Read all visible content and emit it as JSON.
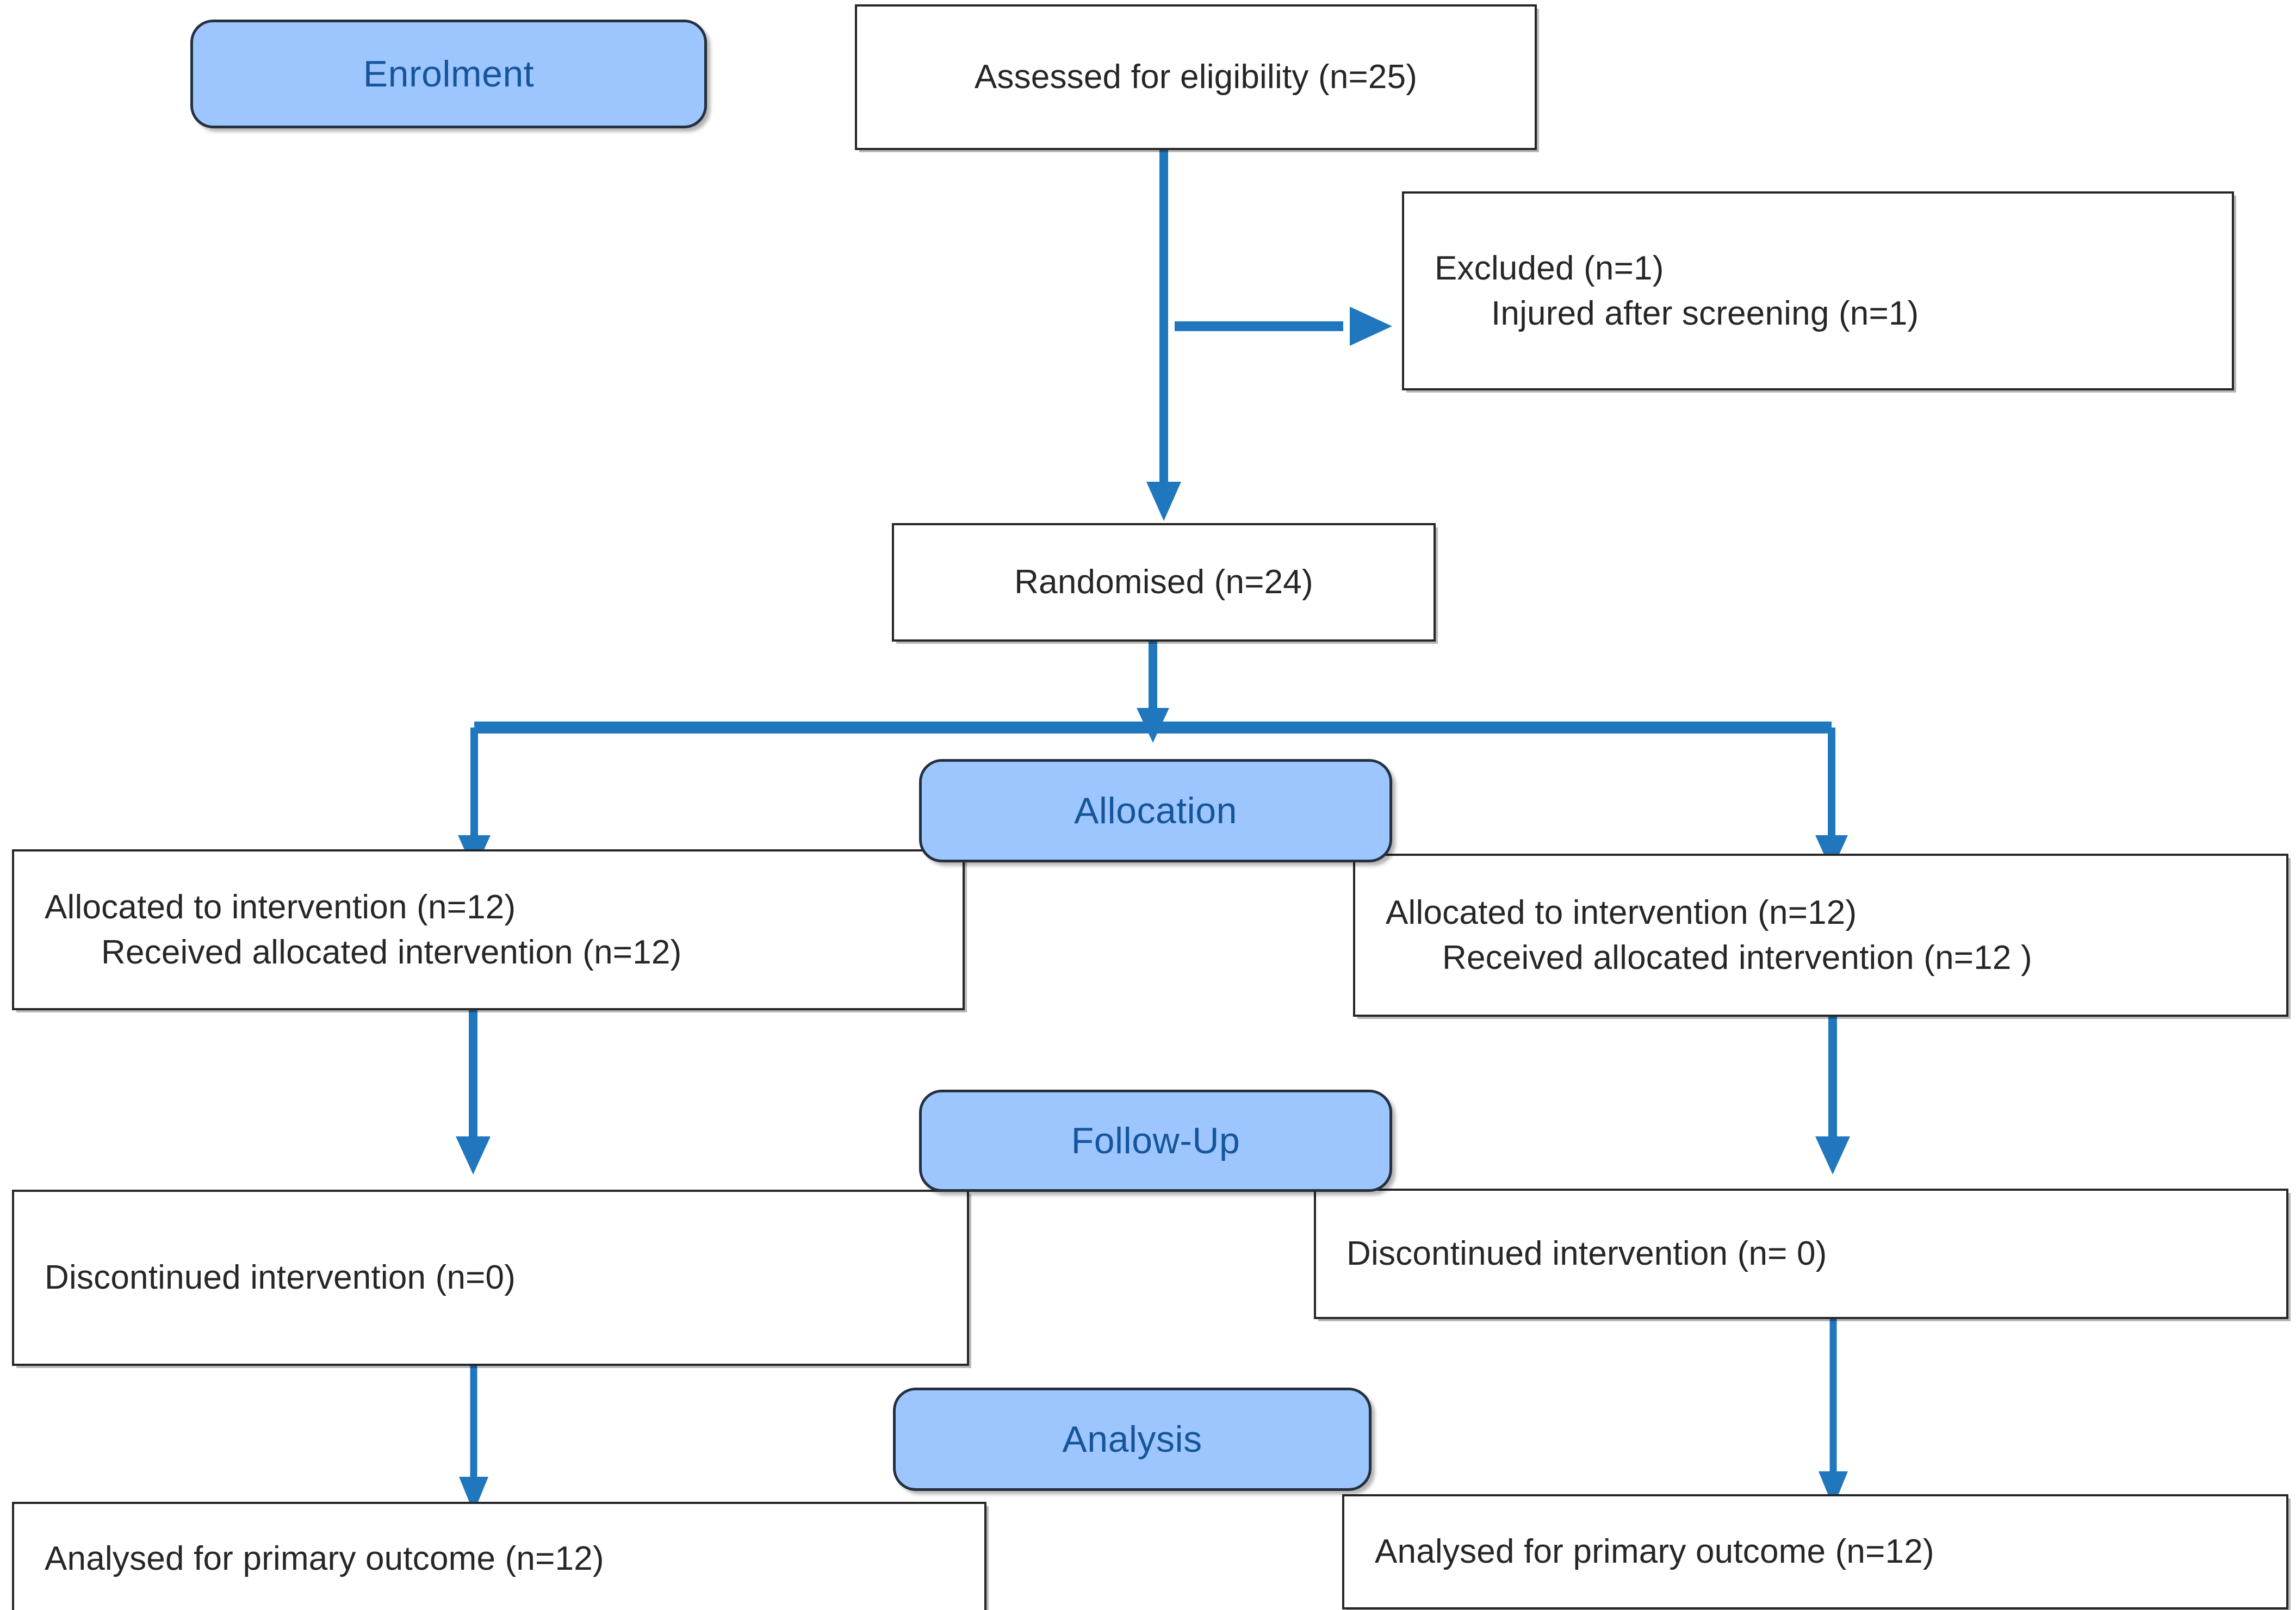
{
  "diagram": {
    "title": "CONSORT participant flow diagram",
    "colors": {
      "badge_fill": "#9EC6FE",
      "badge_text": "#15559B",
      "badge_border": "#23303F",
      "box_border": "#262626",
      "box_text": "#262626",
      "arrow": "#2077BE",
      "background": "#FFFFFF"
    }
  },
  "stages": {
    "enrolment": "Enrolment",
    "allocation": "Allocation",
    "follow_up": "Follow-Up",
    "analysis": "Analysis"
  },
  "boxes": {
    "assessed": {
      "line1": "Assessed for eligibility (n=25)"
    },
    "excluded": {
      "line1": "Excluded (n=1)",
      "line2": "Injured after screening (n=1)"
    },
    "randomised": {
      "line1": "Randomised (n=24)"
    },
    "allocated_left": {
      "line1": "Allocated to intervention (n=12)",
      "line2": "Received allocated intervention (n=12)"
    },
    "allocated_right": {
      "line1": "Allocated to intervention (n=12)",
      "line2": "Received allocated intervention (n=12 )"
    },
    "followup_left": {
      "line1": "Discontinued intervention (n=0)"
    },
    "followup_right": {
      "line1": "Discontinued intervention (n= 0)"
    },
    "analysis_left": {
      "line1": "Analysed for primary outcome (n=12)"
    },
    "analysis_right": {
      "line1": "Analysed for primary outcome (n=12)"
    }
  },
  "chart_data": {
    "type": "diagram",
    "title": "CONSORT flow diagram",
    "nodes": [
      {
        "id": "assessed",
        "stage": "Enrolment",
        "label": "Assessed for eligibility (n=25)",
        "n": 25
      },
      {
        "id": "excluded",
        "stage": "Enrolment",
        "label": "Excluded (n=1) / Injured after screening (n=1)",
        "n": 1
      },
      {
        "id": "randomised",
        "stage": "Enrolment",
        "label": "Randomised (n=24)",
        "n": 24
      },
      {
        "id": "allocated_left",
        "stage": "Allocation",
        "label": "Allocated to intervention (n=12) / Received allocated intervention (n=12)",
        "n": 12
      },
      {
        "id": "allocated_right",
        "stage": "Allocation",
        "label": "Allocated to intervention (n=12) / Received allocated intervention (n=12 )",
        "n": 12
      },
      {
        "id": "followup_left",
        "stage": "Follow-Up",
        "label": "Discontinued intervention (n=0)",
        "n": 0
      },
      {
        "id": "followup_right",
        "stage": "Follow-Up",
        "label": "Discontinued intervention (n= 0)",
        "n": 0
      },
      {
        "id": "analysis_left",
        "stage": "Analysis",
        "label": "Analysed for primary outcome (n=12)",
        "n": 12
      },
      {
        "id": "analysis_right",
        "stage": "Analysis",
        "label": "Analysed for primary outcome (n=12)",
        "n": 12
      }
    ],
    "edges": [
      {
        "from": "assessed",
        "to": "excluded",
        "type": "horizontal-arrow"
      },
      {
        "from": "assessed",
        "to": "randomised",
        "type": "vertical-arrow"
      },
      {
        "from": "randomised",
        "to": "allocated_left",
        "type": "split-arrow"
      },
      {
        "from": "randomised",
        "to": "allocated_right",
        "type": "split-arrow"
      },
      {
        "from": "allocated_left",
        "to": "followup_left",
        "type": "vertical-arrow"
      },
      {
        "from": "allocated_right",
        "to": "followup_right",
        "type": "vertical-arrow"
      },
      {
        "from": "followup_left",
        "to": "analysis_left",
        "type": "vertical-arrow"
      },
      {
        "from": "followup_right",
        "to": "analysis_right",
        "type": "vertical-arrow"
      }
    ]
  }
}
